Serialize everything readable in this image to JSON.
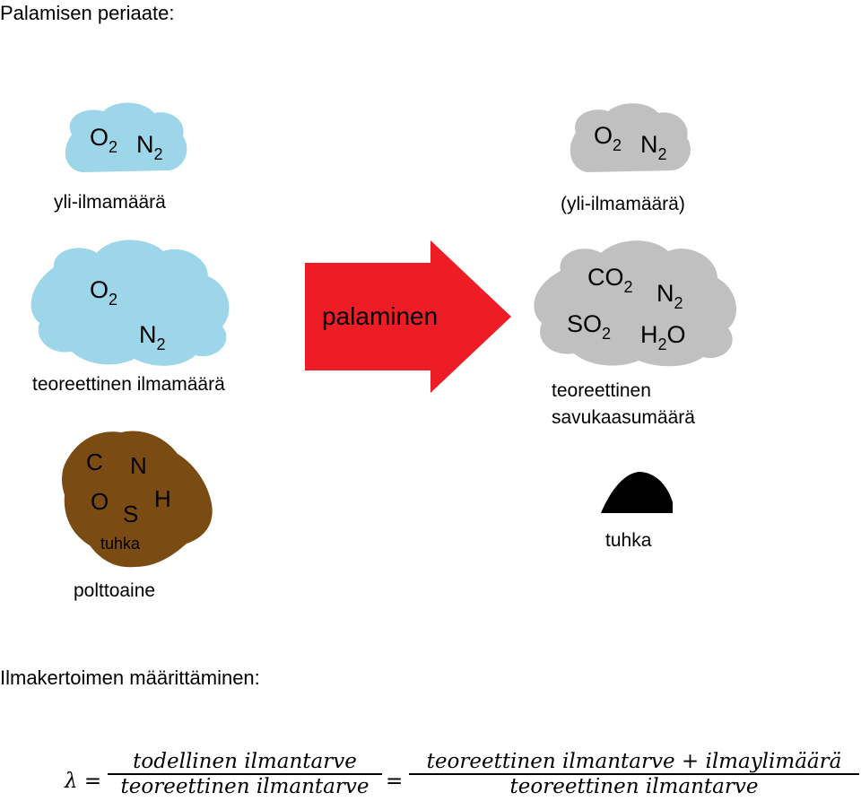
{
  "heading_combustion": "Palamisen periaate:",
  "heading_air_ratio": "Ilmakertoimen määrittäminen:",
  "colors": {
    "air_cloud": "#9dd6e8",
    "flue_cloud": "#c0c0c0",
    "fuel_blob": "#7b4b14",
    "arrow": "#ee1c24",
    "ash": "#000000"
  },
  "left": {
    "excess_air": {
      "species": [
        "O",
        "2",
        "N",
        "2"
      ],
      "label": "yli-ilmamäärä"
    },
    "theoretical_air": {
      "species": [
        "O",
        "2",
        "N",
        "2"
      ],
      "label": "teoreettinen ilmamäärä"
    },
    "fuel": {
      "elements": [
        "C",
        "N",
        "O",
        "S",
        "H"
      ],
      "inner_label": "tuhka",
      "label": "polttoaine"
    }
  },
  "arrow_label": "palaminen",
  "right": {
    "excess_air": {
      "species": [
        "O",
        "2",
        "N",
        "2"
      ],
      "label": "(yli-ilmamäärä)"
    },
    "flue_gas": {
      "species": [
        "CO",
        "2",
        "N",
        "2",
        "SO",
        "2",
        "H",
        "2",
        "O"
      ],
      "label_line1": "teoreettinen",
      "label_line2": "savukaasumäärä"
    },
    "ash": {
      "label": "tuhka"
    }
  },
  "formula": {
    "lambda": "λ =",
    "frac1_num": "todellinen ilmantarve",
    "frac1_den": "teoreettinen ilmantarve",
    "equals": "=",
    "frac2_num": "teoreettinen ilmantarve + ilmaylimäärä",
    "frac2_den": "teoreettinen ilmantarve"
  }
}
